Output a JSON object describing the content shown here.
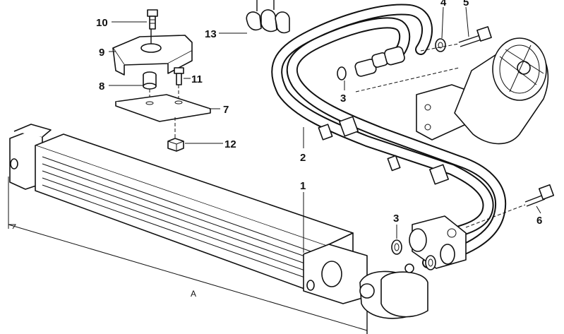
{
  "callouts": {
    "c1": "1",
    "c2": "2",
    "c3a": "3",
    "c3b": "3",
    "c4": "4",
    "c5": "5",
    "c6": "6",
    "c7": "7",
    "c8": "8",
    "c9": "9",
    "c10": "10",
    "c11": "11",
    "c12": "12",
    "c13": "13"
  },
  "dimension_label": "A",
  "colors": {
    "ink": "#111111",
    "paper": "#ffffff"
  }
}
